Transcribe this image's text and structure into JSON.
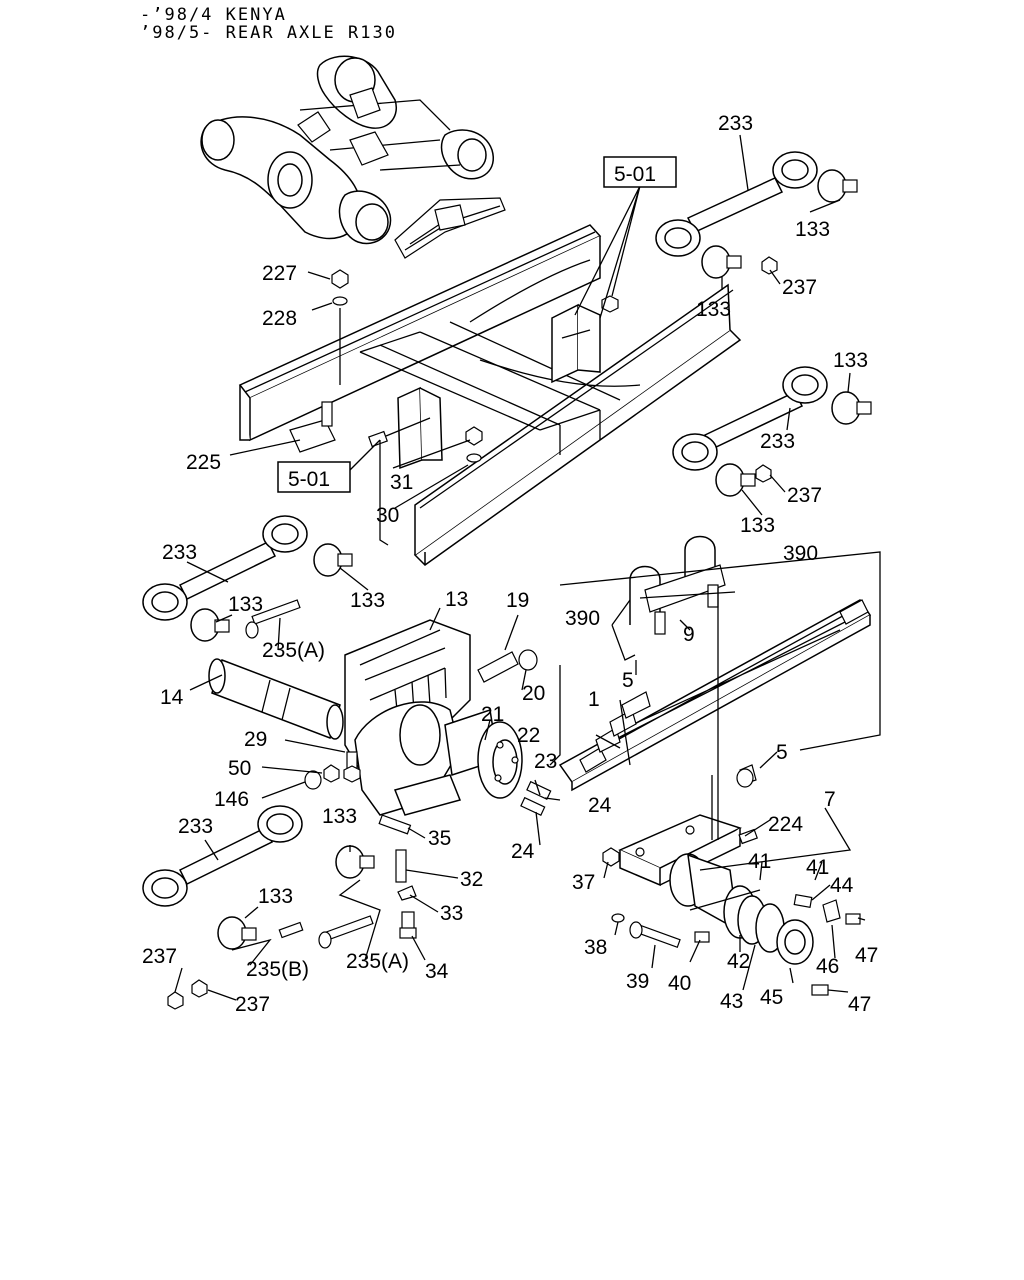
{
  "header": {
    "line1": "-’98/4 KENYA",
    "line2": "’98/5- REAR AXLE R130"
  },
  "refs": {
    "ref_top": "5-01",
    "ref_left": "5-01"
  },
  "labels": {
    "233": "233",
    "133": "133",
    "237": "237",
    "227": "227",
    "228": "228",
    "225": "225",
    "31": "31",
    "30": "30",
    "13": "13",
    "19": "19",
    "20": "20",
    "21": "21",
    "22": "22",
    "23": "23",
    "24": "24",
    "14": "14",
    "29": "29",
    "50": "50",
    "146": "146",
    "35": "35",
    "32": "32",
    "33": "33",
    "34": "34",
    "235A": "235(A)",
    "235B": "235(B)",
    "390": "390",
    "9": "9",
    "5": "5",
    "1": "1",
    "7": "7",
    "224": "224",
    "41": "41",
    "44": "44",
    "47": "47",
    "46": "46",
    "45": "45",
    "43": "43",
    "42": "42",
    "40": "40",
    "39": "39",
    "38": "38",
    "37": "37"
  }
}
